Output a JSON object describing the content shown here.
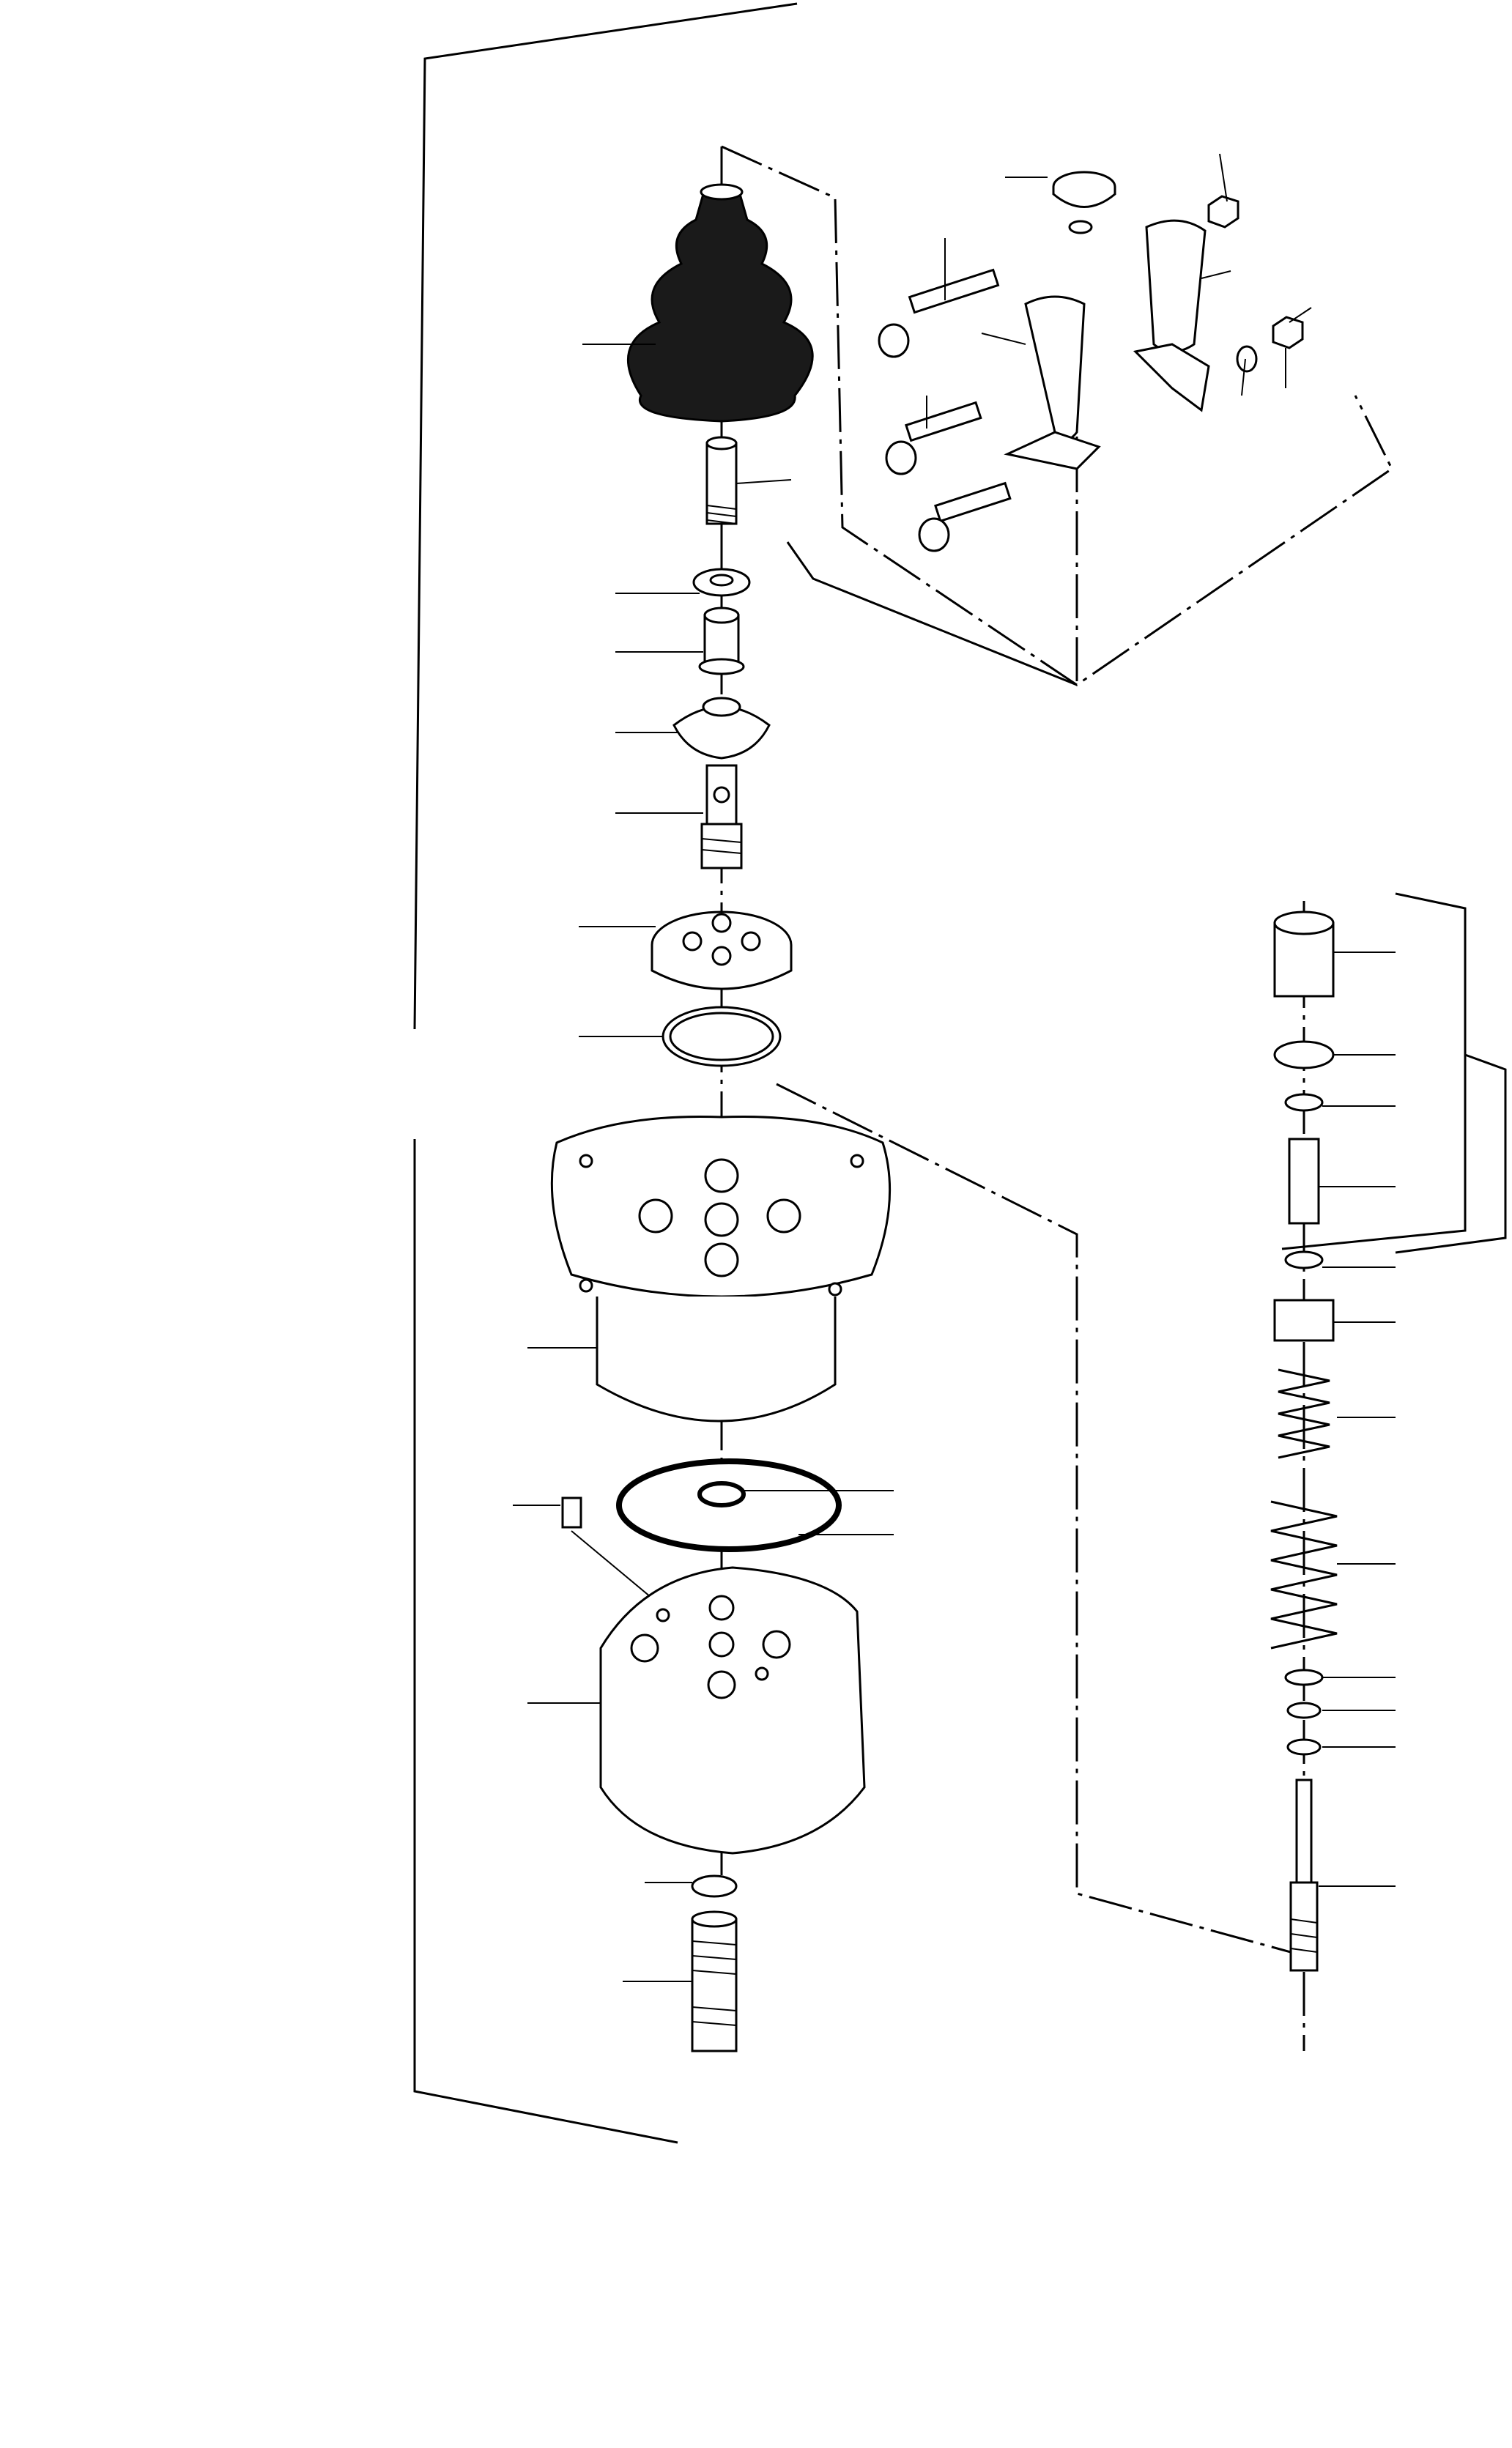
{
  "figure": {
    "title": "",
    "parts": [
      {
        "id": "boot",
        "icon": "rubber-boot-icon"
      },
      {
        "id": "lever-pin",
        "icon": "threaded-pin-icon"
      },
      {
        "id": "nut",
        "icon": "nut-icon"
      },
      {
        "id": "bushing",
        "icon": "bushing-icon"
      },
      {
        "id": "cam-plate",
        "icon": "cam-plate-icon"
      },
      {
        "id": "universal-joint",
        "icon": "universal-joint-icon"
      },
      {
        "id": "retainer-plate",
        "icon": "retainer-plate-icon"
      },
      {
        "id": "o-ring-upper",
        "icon": "o-ring-icon"
      },
      {
        "id": "cover",
        "icon": "cover-flange-icon"
      },
      {
        "id": "gasket",
        "icon": "gasket-icon"
      },
      {
        "id": "seal-ring",
        "icon": "seal-ring-icon"
      },
      {
        "id": "dowel",
        "icon": "dowel-pin-icon"
      },
      {
        "id": "valve-body",
        "icon": "valve-body-icon"
      },
      {
        "id": "o-ring-lower",
        "icon": "o-ring-icon"
      },
      {
        "id": "port-fitting",
        "icon": "port-fitting-icon"
      },
      {
        "id": "handle-cap",
        "icon": "cap-icon"
      },
      {
        "id": "handle-screws",
        "icon": "screw-icon"
      },
      {
        "id": "handle-halves",
        "icon": "handle-icon"
      },
      {
        "id": "spool-guide",
        "icon": "guide-icon"
      },
      {
        "id": "spool-springs",
        "icon": "spring-icon"
      },
      {
        "id": "spool",
        "icon": "spool-icon"
      }
    ]
  }
}
